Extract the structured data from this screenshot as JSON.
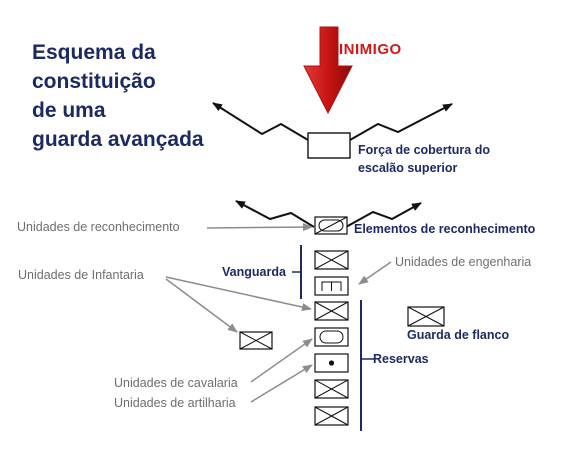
{
  "title": {
    "line1": "Esquema da",
    "line2": "constituição",
    "line3": "de uma",
    "line4": "guarda avançada"
  },
  "enemy": {
    "label": "INIMIGO",
    "color": "#d01818"
  },
  "labels": {
    "cover_force_line1": "Força de cobertura do",
    "cover_force_line2": "escalão superior",
    "recon_units": "Unidades de reconhecimento",
    "recon_elements": "Elementos de reconhecimento",
    "infantry_units": "Unidades de Infantaria",
    "vanguard": "Vanguarda",
    "engineer_units": "Unidades de engenharia",
    "flank_guard": "Guarda de flanco",
    "reserves": "Reservas",
    "cavalry_units": "Unidades de cavalaria",
    "artillery_units": "Unidades de artilharia"
  },
  "colors": {
    "title": "#1c2a64",
    "gray_text": "#6e6e6e",
    "gray_arrow": "#8c8c8c"
  },
  "unit_symbols": [
    "headquarters",
    "reconnaissance",
    "infantry",
    "engineer",
    "infantry",
    "cavalry",
    "artillery",
    "infantry",
    "infantry",
    "infantry"
  ]
}
